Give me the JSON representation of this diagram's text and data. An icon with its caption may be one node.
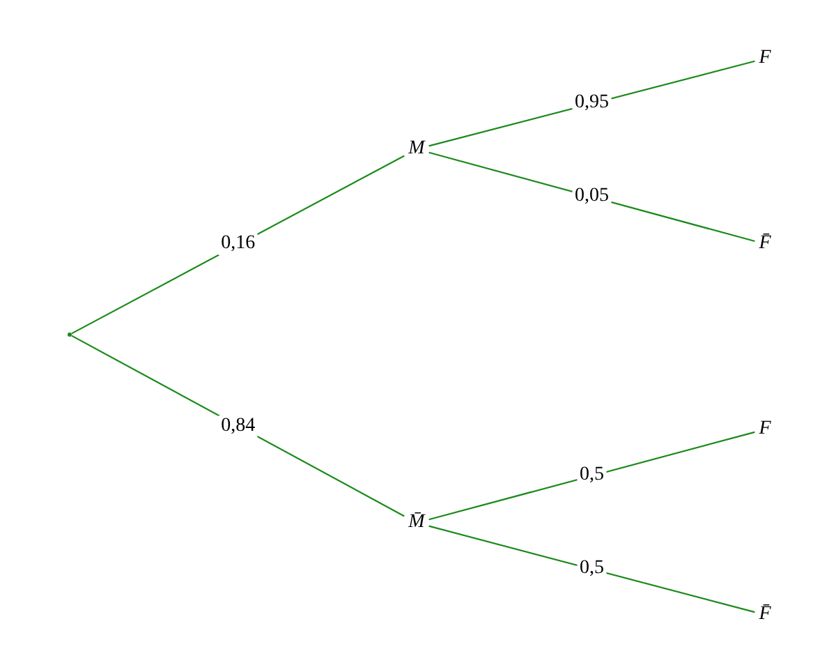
{
  "diagram": {
    "nodes": [
      {
        "text": [],
        "shape": "point"
      },
      {
        "text": [
          "M"
        ]
      },
      {
        "text": [
          "M̄"
        ]
      },
      {
        "text": [
          "F"
        ]
      },
      {
        "text": [
          "F̄"
        ]
      },
      {
        "text": [
          "F"
        ]
      },
      {
        "text": [
          "F̄"
        ]
      }
    ],
    "edges": [
      {
        "from": 0,
        "to": 1,
        "arrow": "none",
        "label": "0,16",
        "color": "#1a8a1a"
      },
      {
        "from": 0,
        "to": 2,
        "arrow": "none",
        "label": "0,84",
        "color": "#1a8a1a"
      },
      {
        "from": 1,
        "to": 3,
        "arrow": "none",
        "label": "0,95",
        "color": "#1a8a1a"
      },
      {
        "from": 1,
        "to": 4,
        "arrow": "none",
        "label": "0,05",
        "color": "#1a8a1a"
      },
      {
        "from": 2,
        "to": 5,
        "arrow": "none",
        "label": "0,5",
        "color": "#1a8a1a"
      },
      {
        "from": 2,
        "to": 6,
        "arrow": "none",
        "label": "0,5",
        "color": "#1a8a1a"
      }
    ]
  }
}
